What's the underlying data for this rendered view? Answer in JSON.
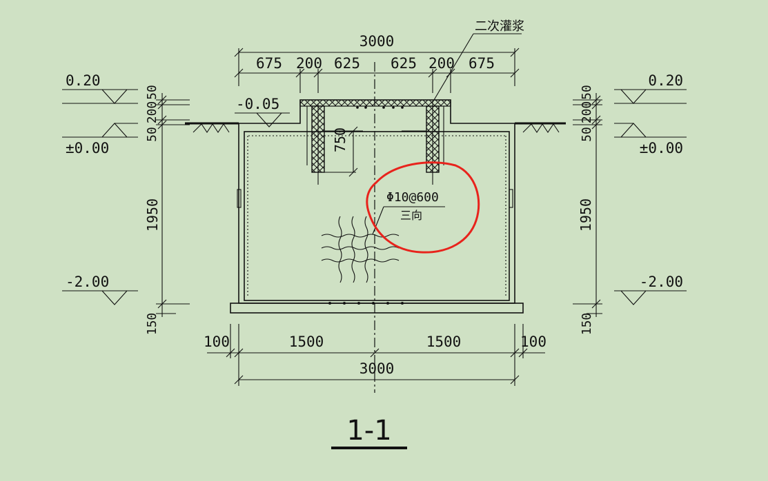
{
  "drawing": {
    "title": "1-1",
    "grout_label": "二次灌浆",
    "rebar_spec": "Φ10@600",
    "rebar_note": "三向",
    "annotation_color": "#e8231c"
  },
  "elevations": {
    "left_top": "0.20",
    "left_zero": "±0.00",
    "left_bottom": "-2.00",
    "inner_top": "-0.05",
    "right_top": "0.20",
    "right_zero": "±0.00",
    "right_bottom": "-2.00"
  },
  "dimensions": {
    "overall_top": "3000",
    "top_segments": [
      "675",
      "200",
      "625",
      "625",
      "200",
      "675"
    ],
    "inner_depth": "750",
    "left_vertical": [
      "50",
      "200",
      "50",
      "1950",
      "150"
    ],
    "right_vertical": [
      "50",
      "200",
      "50",
      "1950",
      "150"
    ],
    "bottom_segments": [
      "100",
      "1500",
      "1500",
      "100"
    ],
    "overall_bottom": "3000"
  }
}
